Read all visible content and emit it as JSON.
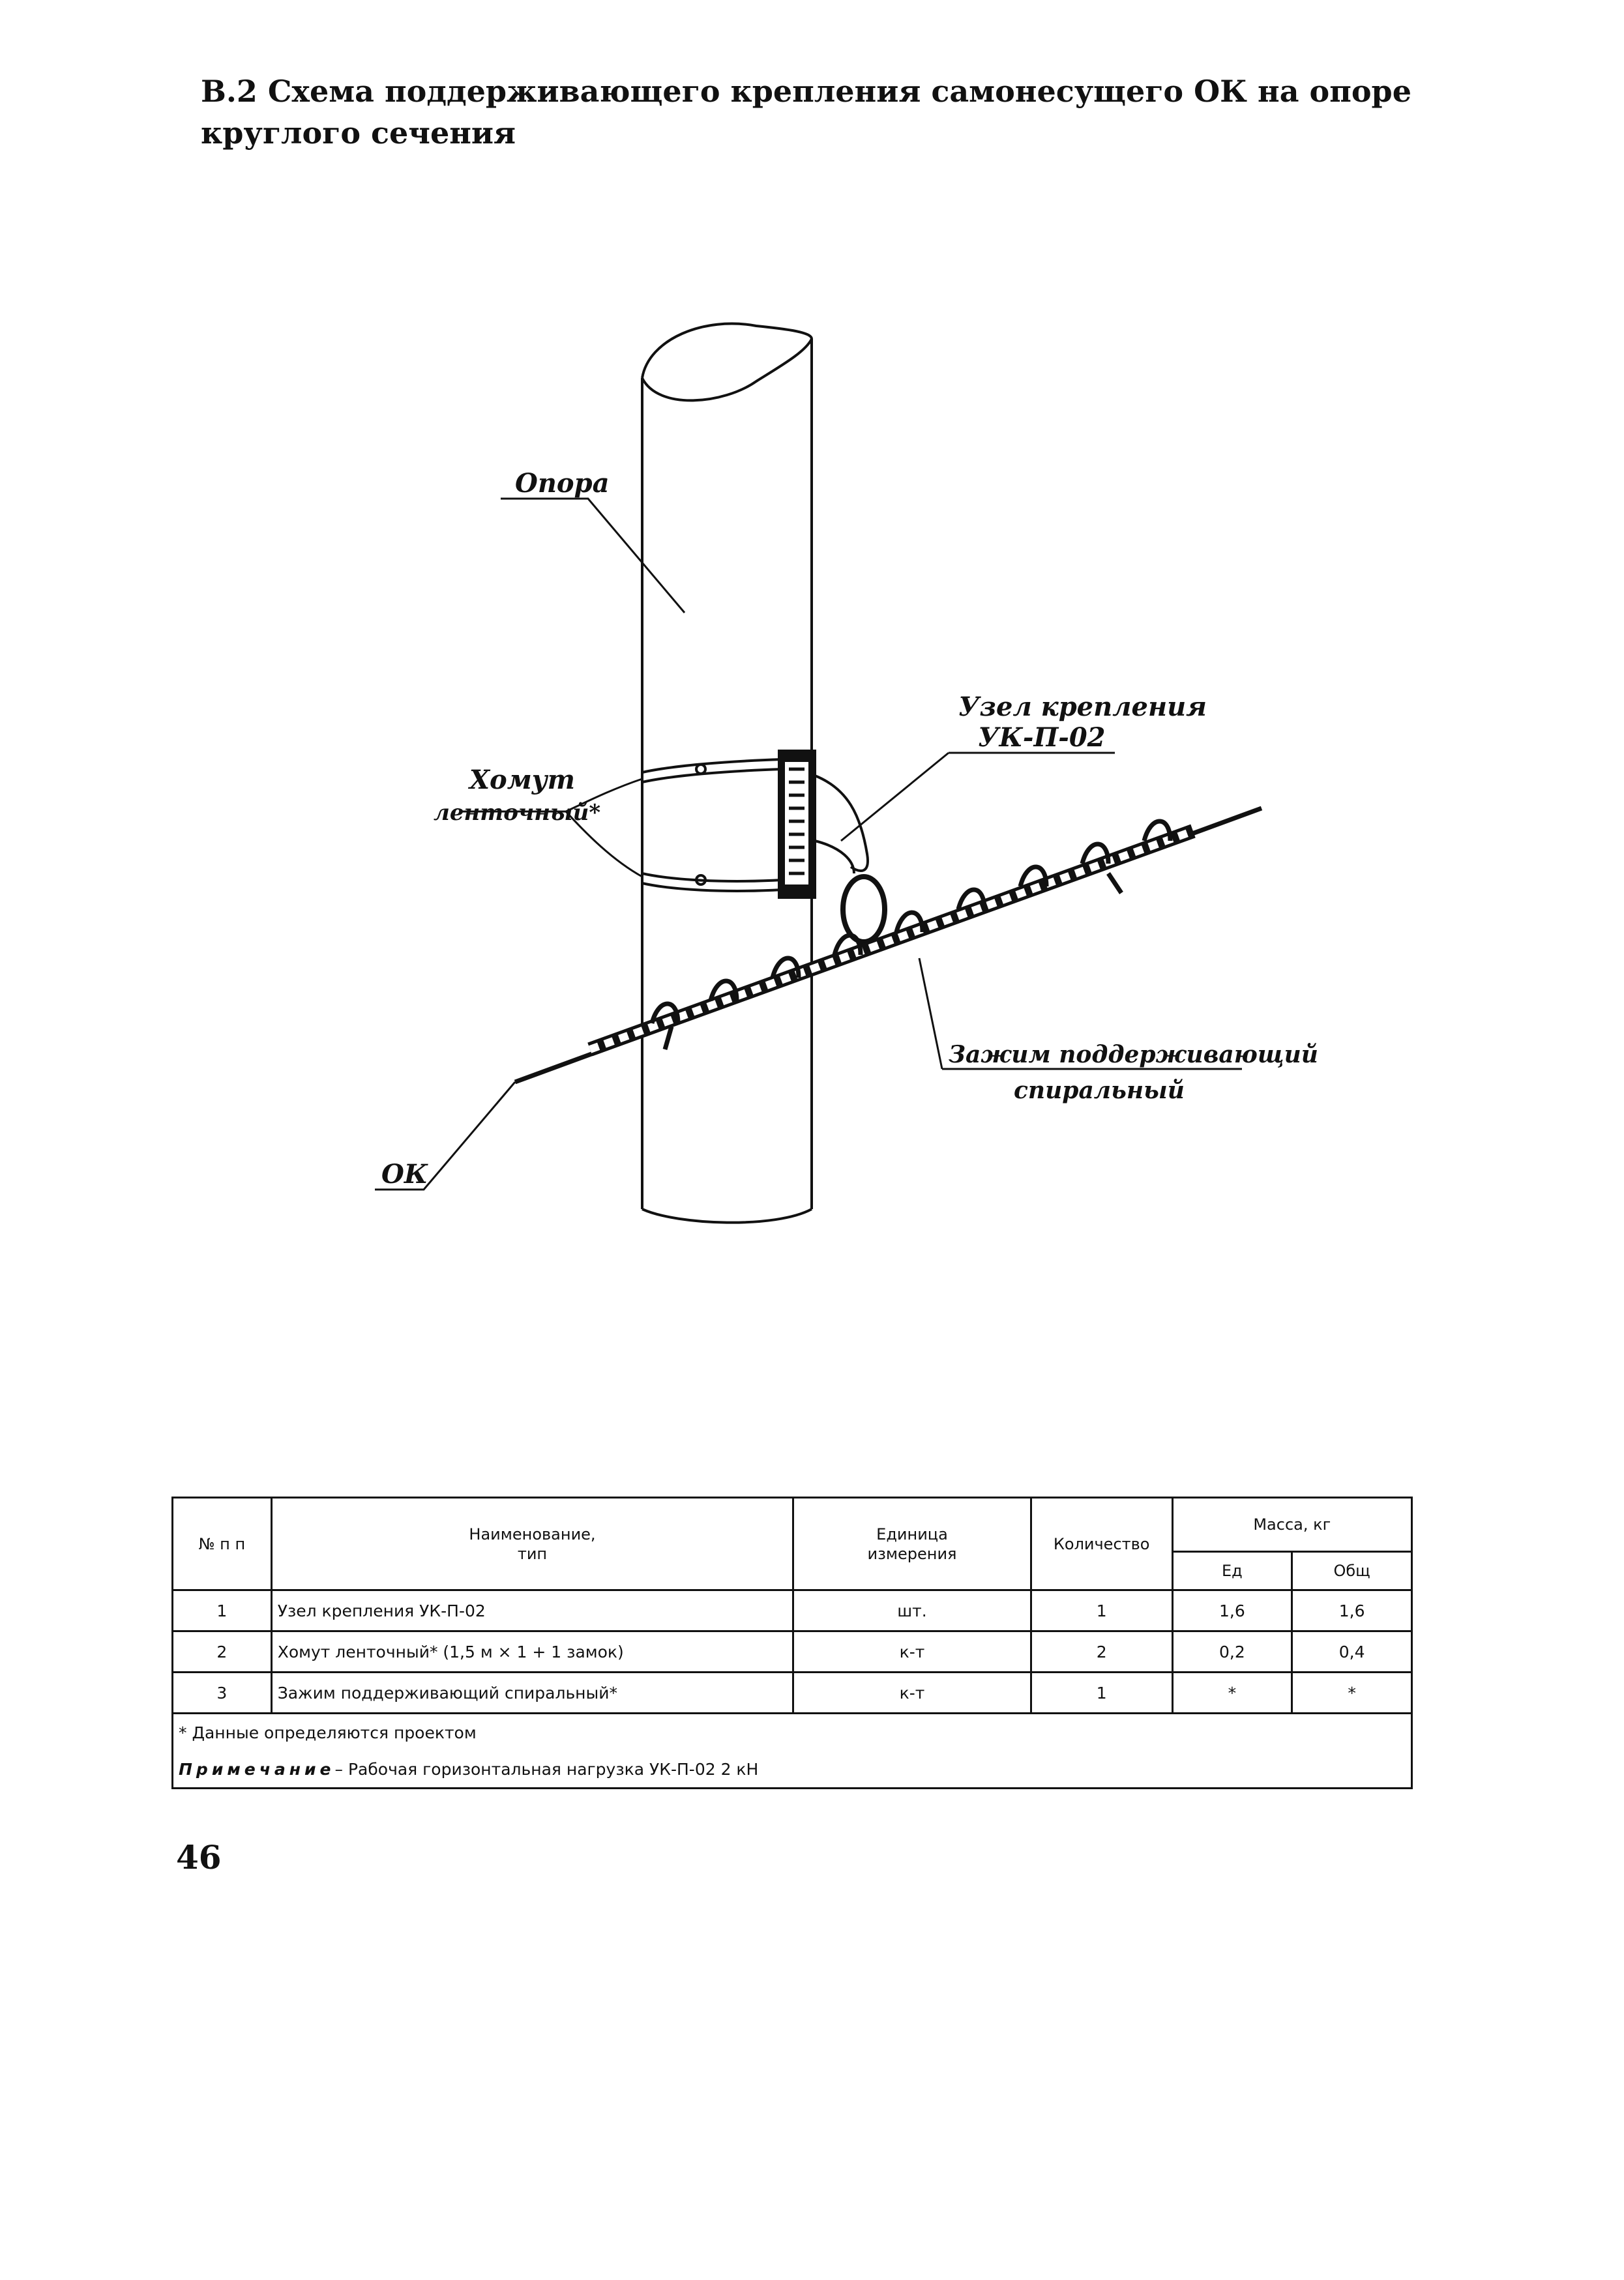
{
  "title": "В.2 Схема поддерживающего крепления самонесущего ОК на опоре круглого сечения",
  "diagram": {
    "labels": {
      "pole": "Опора",
      "clamp_line1": "Хомут",
      "clamp_line2": "ленточный*",
      "node_line1": "Узел крепления",
      "node_line2": "УК-П-02",
      "grip_line1": "Зажим поддерживающий",
      "grip_line2": "спиральный",
      "cable": "ОК"
    }
  },
  "table": {
    "headers": {
      "num": "№ п п",
      "name_line1": "Наименование,",
      "name_line2": "тип",
      "unit_line1": "Единица",
      "unit_line2": "измерения",
      "qty": "Количество",
      "mass": "Масса, кг",
      "mass_unit": "Ед",
      "mass_total": "Общ"
    },
    "rows": [
      {
        "num": "1",
        "name": "Узел крепления УК-П-02",
        "unit": "шт.",
        "qty": "1",
        "mass_unit": "1,6",
        "mass_total": "1,6"
      },
      {
        "num": "2",
        "name": "Хомут ленточный* (1,5 м × 1 + 1 замок)",
        "unit": "к-т",
        "qty": "2",
        "mass_unit": "0,2",
        "mass_total": "0,4"
      },
      {
        "num": "3",
        "name": "Зажим поддерживающий спиральный*",
        "unit": "к-т",
        "qty": "1",
        "mass_unit": "*",
        "mass_total": "*"
      }
    ],
    "footnote": "* Данные определяются проектом",
    "note_label": "Примечание",
    "note_text": "– Рабочая горизонтальная нагрузка УК-П-02 2 кН"
  },
  "page_number": "46"
}
